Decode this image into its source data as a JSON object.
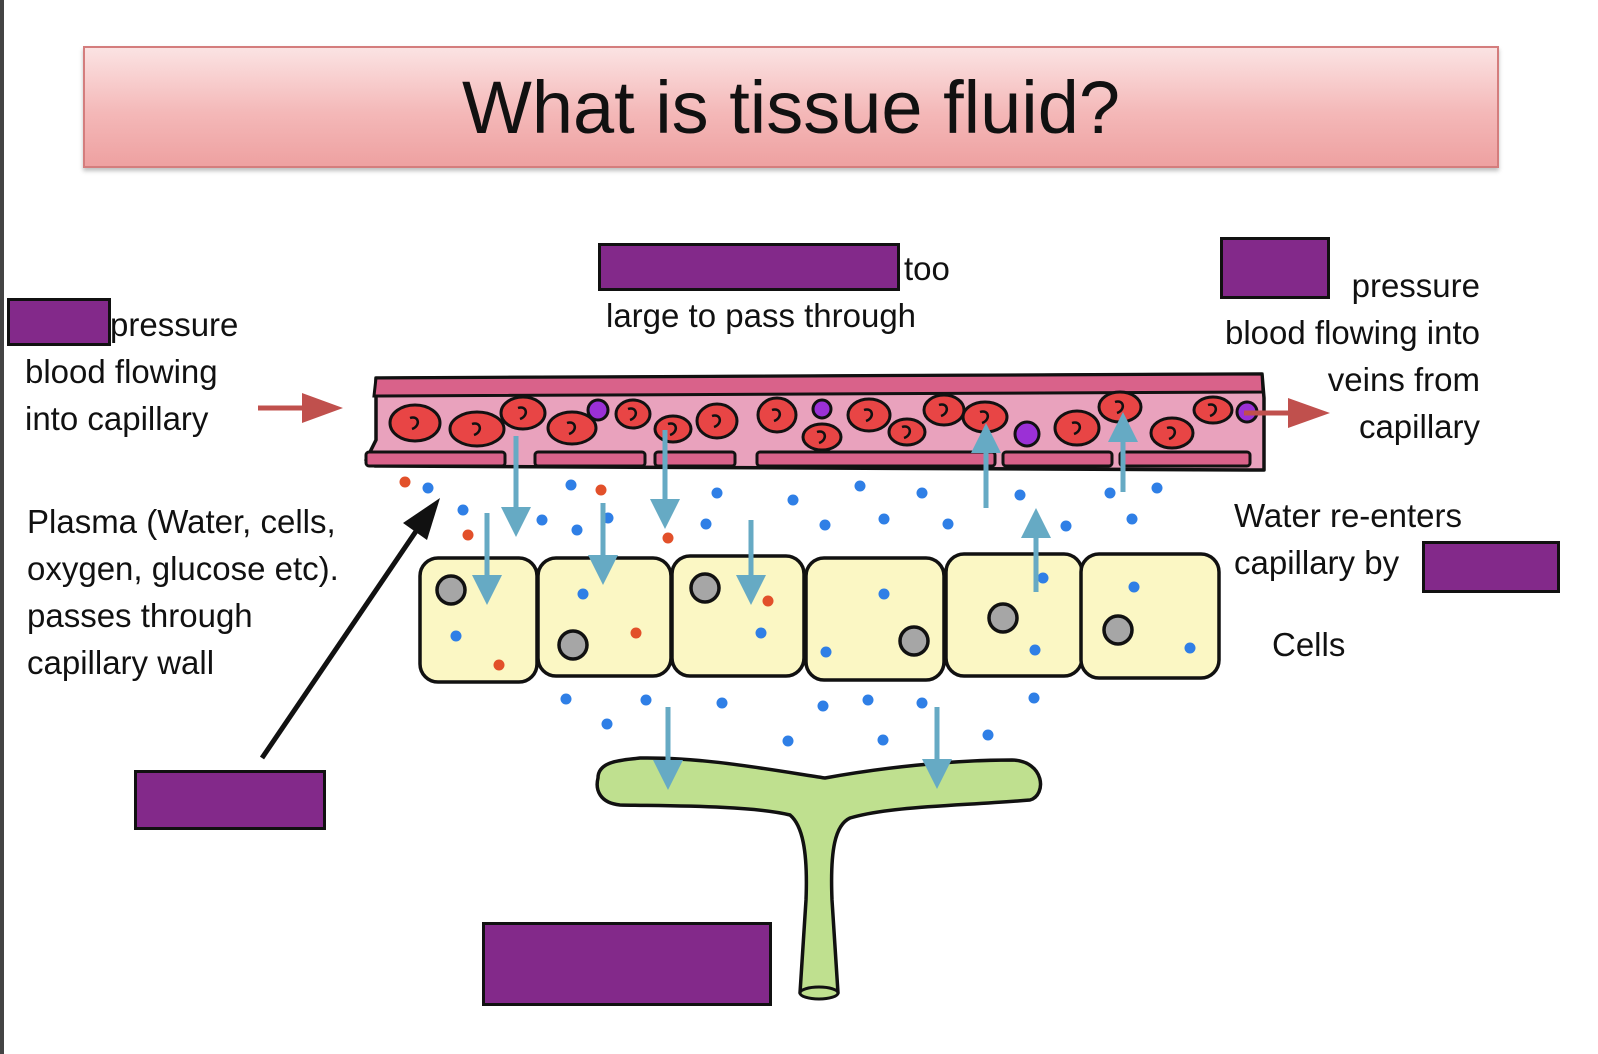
{
  "title": "What is tissue fluid?",
  "labels": {
    "arterial_pressure": [
      "pressure",
      "blood flowing",
      "into capillary"
    ],
    "too_large": [
      "too",
      "large to pass through"
    ],
    "venous_pressure": [
      "pressure",
      "blood flowing into",
      "veins from",
      "capillary"
    ],
    "plasma": [
      "Plasma (Water, cells,",
      "oxygen, glucose etc).",
      "passes through",
      "capillary wall"
    ],
    "water_reenters": [
      "Water re-enters",
      "capillary by"
    ],
    "cells": "Cells"
  },
  "colors": {
    "blank_fill": "#83298a",
    "capillary_wall": "#d9628a",
    "capillary_lumen": "#e9a2bd",
    "red_blood_cell": "#e84545",
    "white_blood_cell": "#9b30d6",
    "tissue_cell": "#fbf7c4",
    "nucleus": "#a6a6a6",
    "lymph_vessel": "#bfe08f",
    "arrow_blue": "#66aac4",
    "arrow_flow": "#c0504d",
    "dot_blue": "#2f7fe6",
    "dot_red": "#e2502a"
  }
}
